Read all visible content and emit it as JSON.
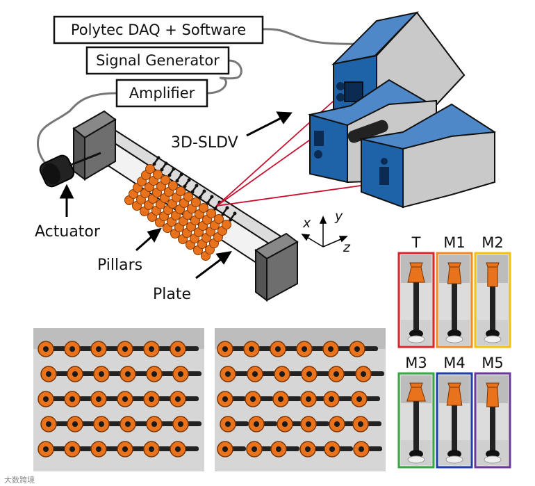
{
  "equipment": {
    "daq_label": "Polytec DAQ + Software",
    "signal_generator_label": "Signal Generator",
    "amplifier_label": "Amplifier"
  },
  "labels": {
    "sldv": "3D-SLDV",
    "actuator": "Actuator",
    "pillars": "Pillars",
    "plate": "Plate"
  },
  "axes": {
    "x": "x",
    "y": "y",
    "z": "z"
  },
  "pillar_samples": [
    {
      "label": "T",
      "frame_color": "#d8262c"
    },
    {
      "label": "M1",
      "frame_color": "#f08a24"
    },
    {
      "label": "M2",
      "frame_color": "#f4c20d"
    },
    {
      "label": "M3",
      "frame_color": "#3aa646"
    },
    {
      "label": "M4",
      "frame_color": "#1f3fa8"
    },
    {
      "label": "M5",
      "frame_color": "#6a3a9a"
    }
  ],
  "colors": {
    "laser_head_blue": "#1e63a8",
    "laser_body_gray": "#c8c8c8",
    "pillar_orange": "#e8731c",
    "laser_beam": "#c8102e"
  },
  "watermark": "大数跨境"
}
